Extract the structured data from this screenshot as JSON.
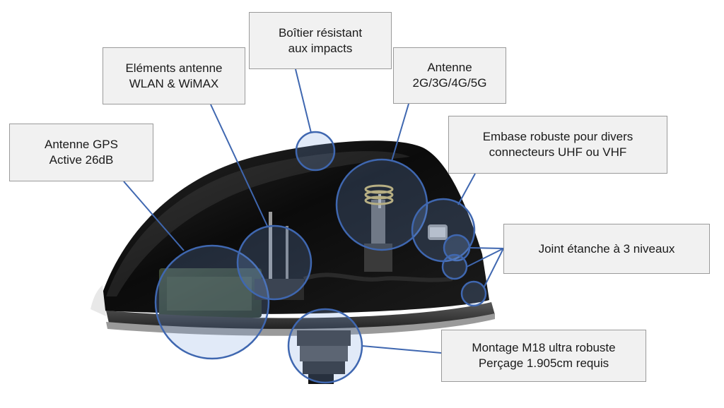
{
  "labels": {
    "gps": "Antenne GPS\nActive 26dB",
    "wlan": "Eléments antenne\nWLAN & WiMAX",
    "housing": "Boîtier résistant\naux impacts",
    "cellular": "Antenne\n2G/3G/4G/5G",
    "base": "Embase robuste pour divers\nconnecteurs UHF ou VHF",
    "joint": "Joint étanche à 3 niveaux",
    "mount": "Montage M18 ultra robuste\nPerçage 1.905cm requis"
  },
  "colors": {
    "callout_line": "#3f67b0",
    "callout_fill": "rgba(120,160,225,0.22)",
    "label_bg": "#f1f1f1",
    "label_border": "#9a9a9a"
  }
}
